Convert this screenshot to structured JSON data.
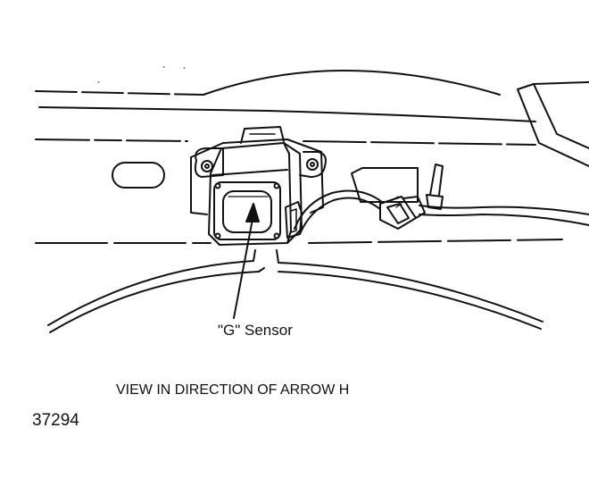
{
  "labels": {
    "sensor": "\"G\" Sensor",
    "caption": "VIEW IN DIRECTION OF ARROW H",
    "figure_number": "37294"
  },
  "colors": {
    "ink": "#111111",
    "background": "#ffffff"
  }
}
